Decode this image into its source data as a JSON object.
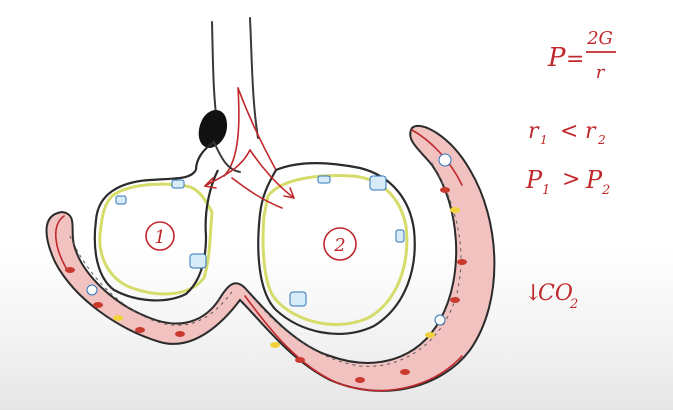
{
  "formula": {
    "p_label": "P",
    "eq": "=",
    "numerator": "2G",
    "denominator": "r"
  },
  "radius_relation": {
    "r1": "r",
    "r1_sub": "1",
    "op": "<",
    "r2": "r",
    "r2_sub": "2"
  },
  "pressure_relation": {
    "p1": "P",
    "p1_sub": "1",
    "op": ">",
    "p2": "P",
    "p2_sub": "2"
  },
  "co2_label": {
    "arrow": "↓",
    "text": "CO",
    "sub": "2"
  },
  "alveolus_labels": [
    "1",
    "2"
  ],
  "colors": {
    "annotation_red": "#c0282b",
    "capillary_fill": "#f2c2c0",
    "alveolar_lining": "#d6dc6a",
    "cell_blue": "#2e73b8"
  }
}
